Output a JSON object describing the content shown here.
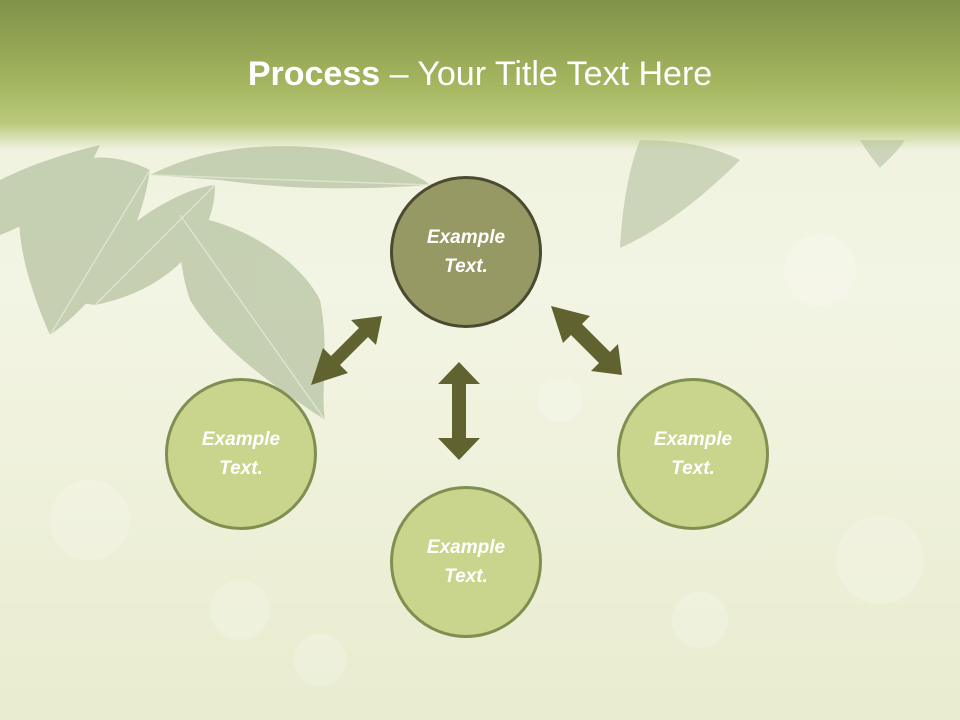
{
  "title": {
    "bold": "Process",
    "rest": " – Your Title Text Here"
  },
  "nodes": {
    "top": {
      "line1": "Example",
      "line2": "Text."
    },
    "left": {
      "line1": "Example",
      "line2": "Text."
    },
    "bottom": {
      "line1": "Example",
      "line2": "Text."
    },
    "right": {
      "line1": "Example",
      "line2": "Text."
    }
  },
  "colors": {
    "header": "#a3b55e",
    "node_light": "#c9d48c",
    "node_dark": "#979964",
    "arrow": "#606230"
  }
}
